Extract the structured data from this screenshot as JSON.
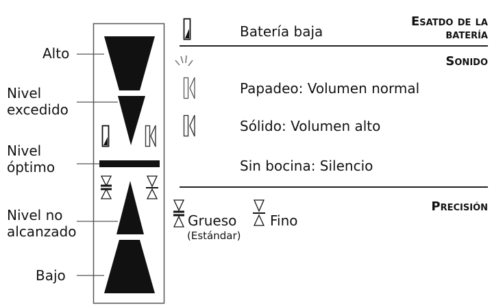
{
  "scale_labels": {
    "alto": "Alto",
    "nivel_excedido": [
      "Nivel",
      "excedido"
    ],
    "nivel_optimo": [
      "Nivel",
      "óptimo"
    ],
    "nivel_no_alcanzado": [
      "Nivel no",
      "alcanzado"
    ],
    "bajo": "Bajo"
  },
  "sections": {
    "battery": {
      "heading": [
        "Esatdo de la",
        "batería"
      ],
      "item": "Batería baja"
    },
    "sound": {
      "heading": "Sonido",
      "items": [
        "Papadeo: Volumen normal",
        "Sólido: Volumen alto",
        "Sin bocina: Silencio"
      ]
    },
    "precision": {
      "heading": "Precisión",
      "coarse_label": "Grueso",
      "coarse_sub": "(Estándar)",
      "fine_label": "Fino"
    }
  },
  "icons": [
    "battery-low-icon",
    "speaker-blink-icon",
    "speaker-solid-icon",
    "precision-coarse-icon",
    "precision-fine-icon"
  ],
  "colors": {
    "ink": "#111111",
    "line": "#555555"
  }
}
